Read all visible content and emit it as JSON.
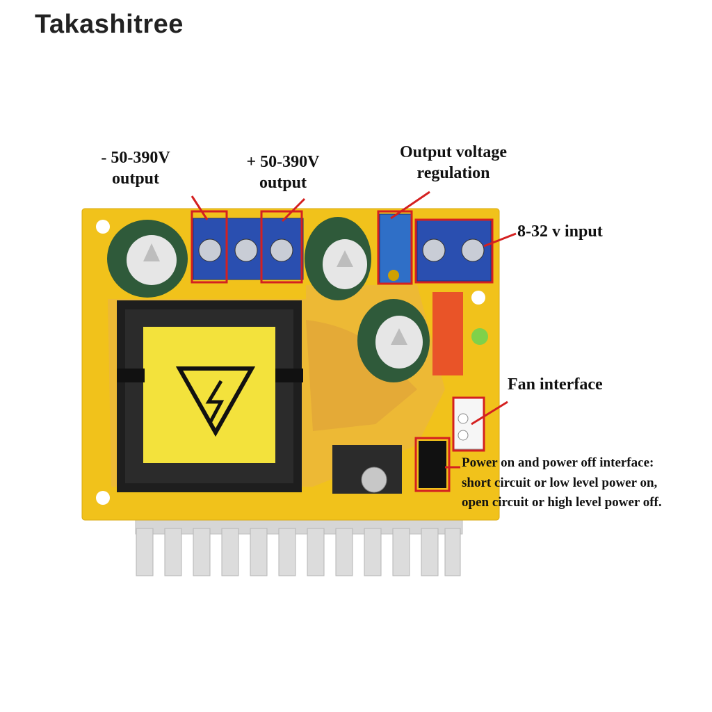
{
  "brand": {
    "name": "Takashitree"
  },
  "annotations": {
    "negative_output": {
      "line1": "- 50-390V",
      "line2": "output"
    },
    "positive_output": {
      "line1": "+ 50-390V",
      "line2": "output"
    },
    "voltage_regulation": {
      "line1": "Output voltage",
      "line2": "regulation"
    },
    "input": {
      "text": "8-32 v input"
    },
    "fan": {
      "text": "Fan interface"
    },
    "power_switch": {
      "line1": "Power on and power off interface:",
      "line2": "short circuit or low level power on,",
      "line3": "open circuit or high level power off."
    }
  },
  "colors": {
    "pcb": "#f1c21b",
    "pcb_trace": "#e8a93c",
    "terminal": "#2a4fb0",
    "capacitor": "#2f5a3a",
    "transformer_core": "#1e1e1e",
    "transformer_tape": "#f3e23c",
    "heatsink": "#d9d9d9",
    "highlight_box": "#d42020",
    "fuse": "#e8412a",
    "led": "#7fd14a"
  },
  "icons": {
    "warning": "high-voltage-warning-icon"
  }
}
